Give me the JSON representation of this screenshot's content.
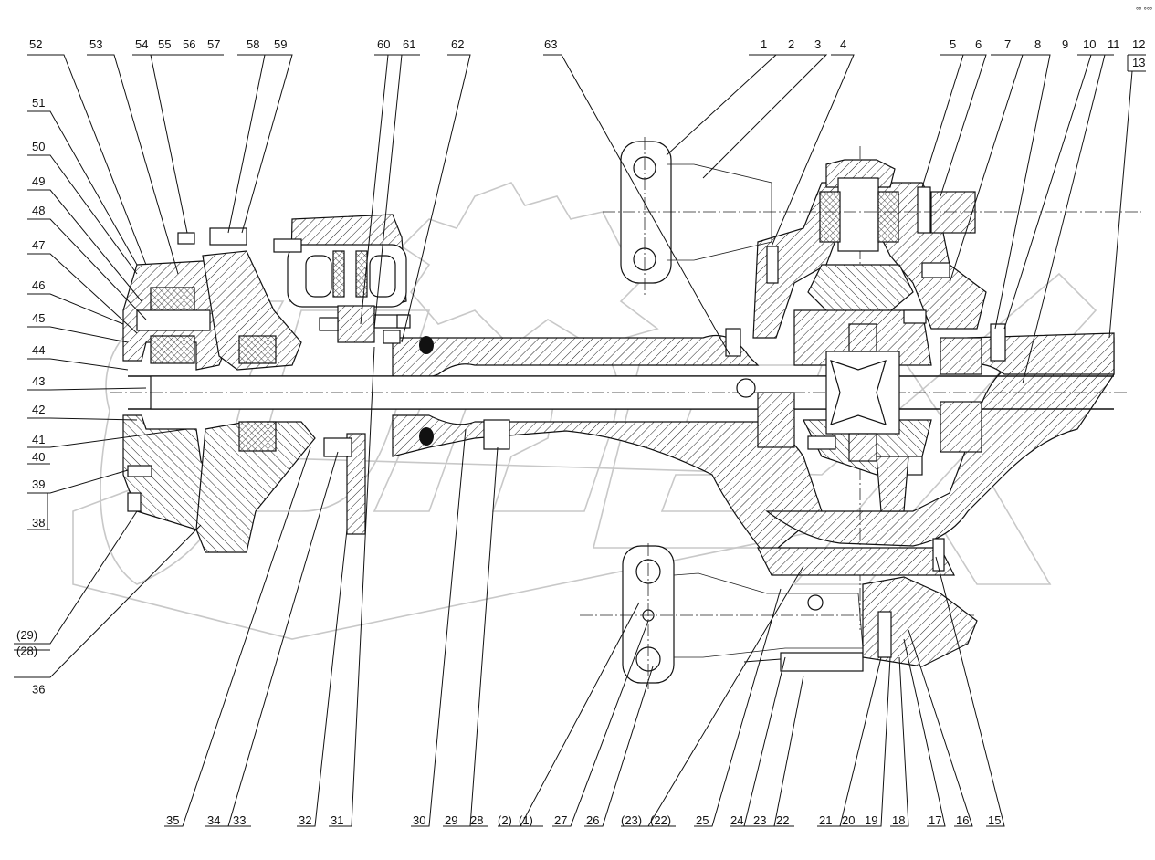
{
  "drawing": {
    "watermark_text": "OPEX",
    "corner_mark": "°° °°°",
    "top_labels": [
      "52",
      "53",
      "54",
      "55",
      "56",
      "57",
      "58",
      "59",
      "60",
      "61",
      "62",
      "63",
      "1",
      "2",
      "3",
      "4",
      "5",
      "6",
      "7",
      "8",
      "9",
      "10",
      "11",
      "12"
    ],
    "boxed_top": "13",
    "left_labels": [
      "51",
      "50",
      "49",
      "48",
      "47",
      "46",
      "45",
      "44",
      "43",
      "42",
      "41",
      "40",
      "39",
      "38",
      "(29)",
      "(28)",
      "36"
    ],
    "bottom_labels": [
      "35",
      "34",
      "33",
      "32",
      "31",
      "30",
      "29",
      "28",
      "(2)",
      "(1)",
      "27",
      "26",
      "(23)",
      "(22)",
      "25",
      "24",
      "23",
      "22",
      "21",
      "20",
      "19",
      "18",
      "17",
      "16",
      "15"
    ]
  }
}
